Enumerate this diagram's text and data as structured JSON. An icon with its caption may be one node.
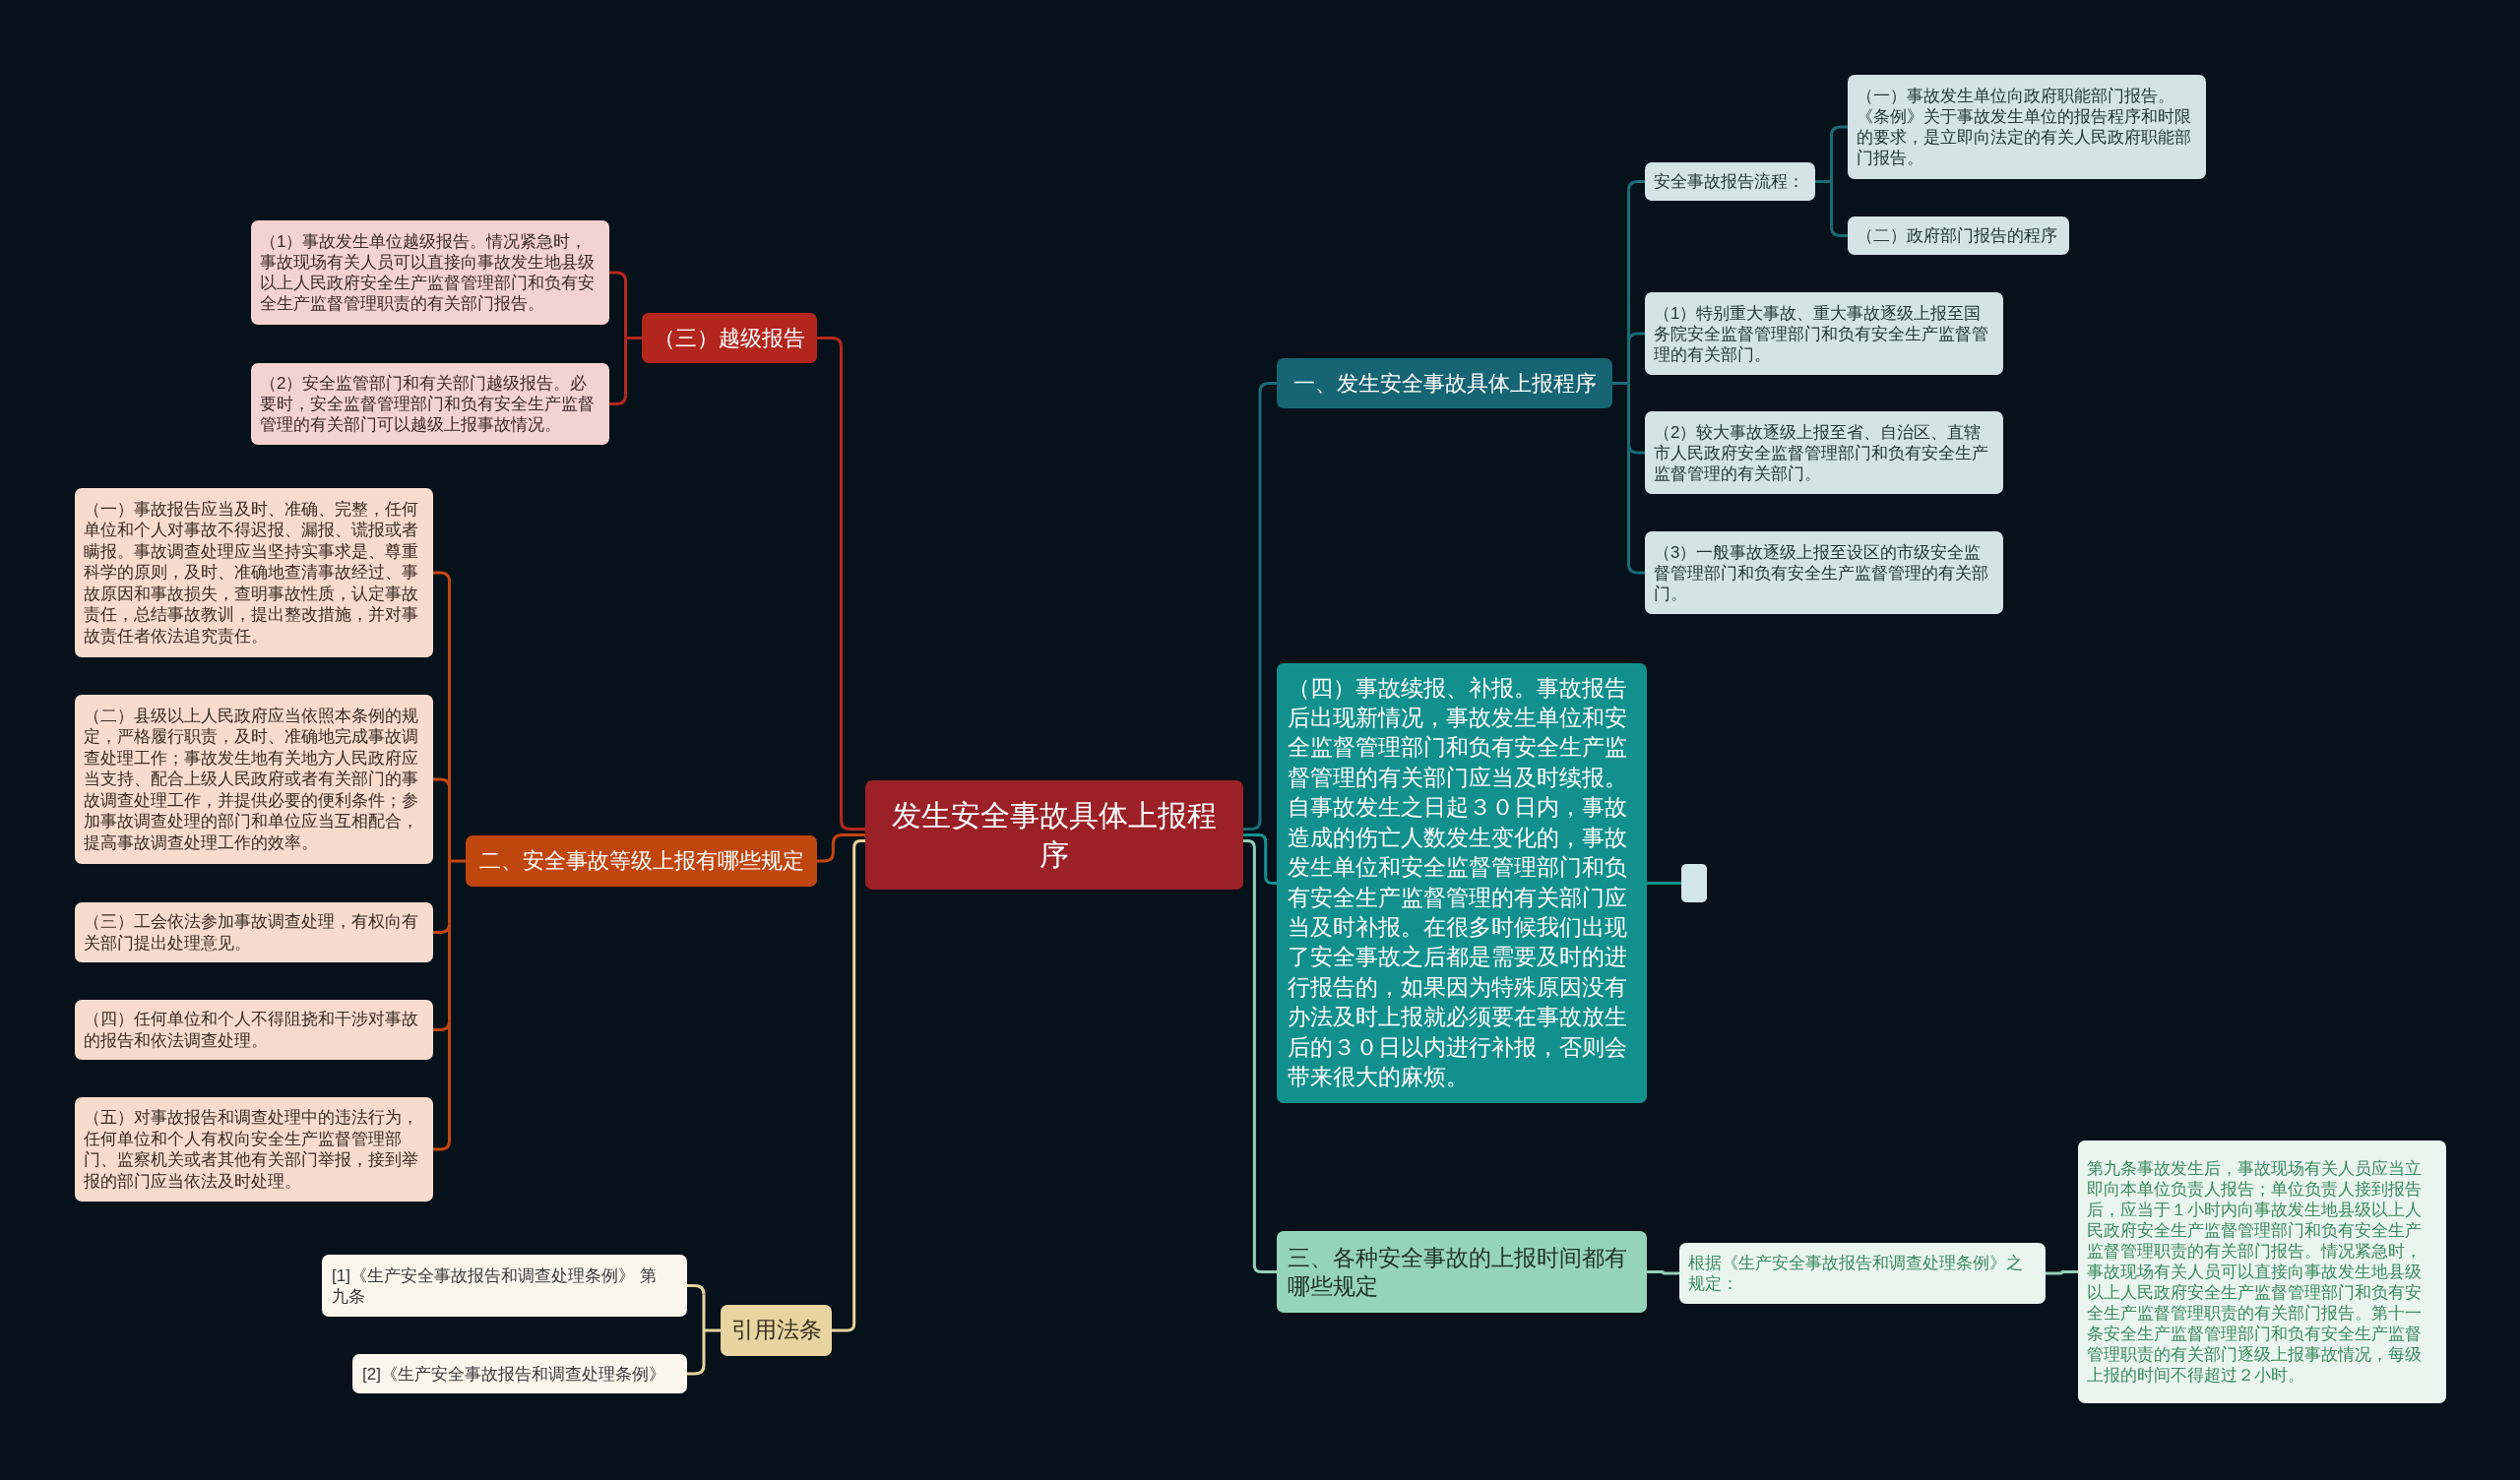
{
  "diagram": {
    "nodes": [
      {
        "text": [
          "发生安全事故具体上报程序"
        ]
      },
      {
        "text": [
          "（三）越级报告"
        ]
      },
      {
        "text": [
          "（1）事故发生单位越级报告。情况紧急时，事故现场有关人员可以直接向事故发生地县级以上人民政府安全生产监督管理部门和负有安全生产监督管理职责的有关部门报告。"
        ]
      },
      {
        "text": [
          "（2）安全监管部门和有关部门越级报告。必要时，安全监督管理部门和负有安全生产监督管理的有关部门可以越级上报事故情况。"
        ]
      },
      {
        "text": [
          "二、安全事故等级上报有哪些规定"
        ]
      },
      {
        "text": [
          "（一）事故报告应当及时、准确、完整，任何单位和个人对事故不得迟报、漏报、谎报或者瞒报。事故调查处理应当坚持实事求是、尊重科学的原则，及时、准确地查清事故经过、事故原因和事故损失，查明事故性质，认定事故责任，总结事故教训，提出整改措施，并对事故责任者依法追究责任。"
        ]
      },
      {
        "text": [
          "（二）县级以上人民政府应当依照本条例的规定，严格履行职责，及时、准确地完成事故调查处理工作；事故发生地有关地方人民政府应当支持、配合上级人民政府或者有关部门的事故调查处理工作，并提供必要的便利条件；参加事故调查处理的部门和单位应当互相配合，提高事故调查处理工作的效率。"
        ]
      },
      {
        "text": [
          "（三）工会依法参加事故调查处理，有权向有关部门提出处理意见。"
        ]
      },
      {
        "text": [
          "（四）任何单位和个人不得阻挠和干涉对事故的报告和依法调查处理。"
        ]
      },
      {
        "text": [
          "（五）对事故报告和调查处理中的违法行为，任何单位和个人有权向安全生产监督管理部门、监察机关或者其他有关部门举报，接到举报的部门应当依法及时处理。"
        ]
      },
      {
        "text": [
          "引用法条"
        ]
      },
      {
        "text": [
          "[1]《生产安全事故报告和调查处理条例》 第九条"
        ]
      },
      {
        "text": [
          "[2]《生产安全事故报告和调查处理条例》"
        ]
      },
      {
        "text": [
          "一、发生安全事故具体上报程序"
        ]
      },
      {
        "text": [
          "安全事故报告流程："
        ]
      },
      {
        "text": [
          "（一）事故发生单位向政府职能部门报告。《条例》关于事故发生单位的报告程序和时限的要求，是立即向法定的有关人民政府职能部门报告。"
        ]
      },
      {
        "text": [
          "（二）政府部门报告的程序"
        ]
      },
      {
        "text": [
          "（1）特别重大事故、重大事故逐级上报至国务院安全监督管理部门和负有安全生产监督管理的有关部门。"
        ]
      },
      {
        "text": [
          "（2）较大事故逐级上报至省、自治区、直辖市人民政府安全监督管理部门和负有安全生产监督管理的有关部门。"
        ]
      },
      {
        "text": [
          "（3）一般事故逐级上报至设区的市级安全监督管理部门和负有安全生产监督管理的有关部门。"
        ]
      },
      {
        "text": [
          "（四）事故续报、补报。事故报告后出现新情况，事故发生单位和安全监督管理部门和负有安全生产监督管理的有关部门应当及时续报。自事故发生之日起３０日内，事故造成的伤亡人数发生变化的，事故发生单位和安全监督管理部门和负有安全生产监督管理的有关部门应当及时补报。在很多时候我们出现了安全事故之后都是需要及时的进行报告的，如果因为特殊原因没有办法及时上报就必须要在事故放生后的３０日以内进行补报，否则会带来很大的麻烦。"
        ]
      },
      {
        "text": [],
        "shape": "box"
      },
      {
        "text": [
          "三、各种安全事故的上报时间都有哪些规定"
        ]
      },
      {
        "text": [
          "根据《生产安全事故报告和调查处理条例》之规定："
        ]
      },
      {
        "text": [
          "第九条事故发生后，事故现场有关人员应当立即向本单位负责人报告；单位负责人接到报告后，应当于１小时内向事故发生地县级以上人民政府安全生产监督管理部门和负有安全生产监督管理职责的有关部门报告。情况紧急时，事故现场有关人员可以直接向事故发生地县级以上人民政府安全生产监督管理部门和负有安全生产监督管理职责的有关部门报告。第十一条安全生产监督管理部门和负有安全生产监督管理职责的有关部门逐级上报事故情况，每级上报的时间不得超过２小时。"
        ]
      }
    ],
    "edges": [
      {
        "from": 0,
        "to": 1,
        "arrow": "none",
        "color": "#b5281e"
      },
      {
        "from": 1,
        "to": 2,
        "arrow": "none",
        "color": "#b5281e"
      },
      {
        "from": 1,
        "to": 3,
        "arrow": "none",
        "color": "#b5281e"
      },
      {
        "from": 0,
        "to": 4,
        "arrow": "none",
        "color": "#c2460f"
      },
      {
        "from": 4,
        "to": 5,
        "arrow": "none",
        "color": "#c2460f"
      },
      {
        "from": 4,
        "to": 6,
        "arrow": "none",
        "color": "#c2460f"
      },
      {
        "from": 4,
        "to": 7,
        "arrow": "none",
        "color": "#c2460f"
      },
      {
        "from": 4,
        "to": 8,
        "arrow": "none",
        "color": "#c2460f"
      },
      {
        "from": 4,
        "to": 9,
        "arrow": "none",
        "color": "#c2460f"
      },
      {
        "from": 0,
        "to": 10,
        "arrow": "none",
        "color": "#e6d29c"
      },
      {
        "from": 10,
        "to": 11,
        "arrow": "none",
        "color": "#e6d29c"
      },
      {
        "from": 10,
        "to": 12,
        "arrow": "none",
        "color": "#e6d29c"
      },
      {
        "from": 0,
        "to": 13,
        "arrow": "none"
      },
      {
        "from": 13,
        "to": 14,
        "arrow": "none"
      },
      {
        "from": 14,
        "to": 15,
        "arrow": "none"
      },
      {
        "from": 14,
        "to": 16,
        "arrow": "none"
      },
      {
        "from": 13,
        "to": 17,
        "arrow": "none"
      },
      {
        "from": 13,
        "to": 18,
        "arrow": "none"
      },
      {
        "from": 13,
        "to": 19,
        "arrow": "none"
      },
      {
        "from": 0,
        "to": 20,
        "arrow": "none",
        "color": "#14938f"
      },
      {
        "from": 20,
        "to": 21,
        "arrow": "none",
        "color": "#14938f"
      },
      {
        "from": 0,
        "to": 22,
        "arrow": "none",
        "color": "#93d0b9"
      },
      {
        "from": 22,
        "to": 23,
        "arrow": "none",
        "color": "#93d0b9"
      },
      {
        "from": 23,
        "to": 24,
        "arrow": "none",
        "color": "#93d0b9"
      }
    ]
  }
}
